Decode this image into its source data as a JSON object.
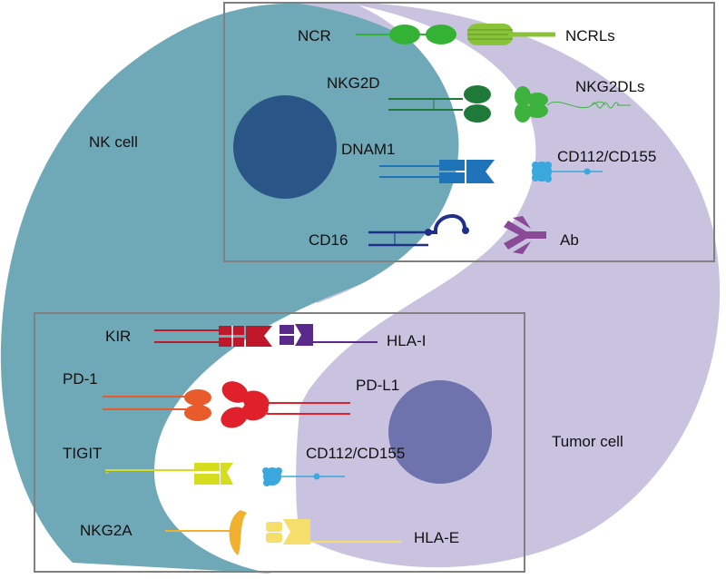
{
  "colors": {
    "nk_cell": "#6fa9b8",
    "tumor_cell": "#c9c3e0",
    "nk_nucleus": "#2a5687",
    "tumor_nucleus": "#6e72ad",
    "box_border": "#808080",
    "ncr": "#33b233",
    "ncrls": "#8ac33a",
    "nkg2d": "#1f7a3a",
    "nkg2dls": "#3db33d",
    "dnam1": "#1f73b8",
    "cd112_cd155": "#3aa8dc",
    "cd16": "#1f2f8a",
    "ab": "#8a4a98",
    "kir": "#c0182b",
    "hla_i": "#5a2a8a",
    "pd1": "#e85b2b",
    "pdl1": "#e0202a",
    "tigit": "#d6dc1e",
    "nkg2a": "#f0b030",
    "hla_e": "#f5de6a"
  },
  "labels": {
    "nk_cell": "NK cell",
    "tumor_cell": "Tumor cell",
    "ncr": "NCR",
    "ncrls": "NCRLs",
    "nkg2d": "NKG2D",
    "nkg2dls": "NKG2DLs",
    "dnam1": "DNAM1",
    "cd112_cd155_top": "CD112/CD155",
    "cd16": "CD16",
    "ab": "Ab",
    "kir": "KIR",
    "hla_i": "HLA-I",
    "pd1": "PD-1",
    "pdl1": "PD-L1",
    "tigit": "TIGIT",
    "cd112_cd155_bottom": "CD112/CD155",
    "nkg2a": "NKG2A",
    "hla_e": "HLA-E"
  }
}
